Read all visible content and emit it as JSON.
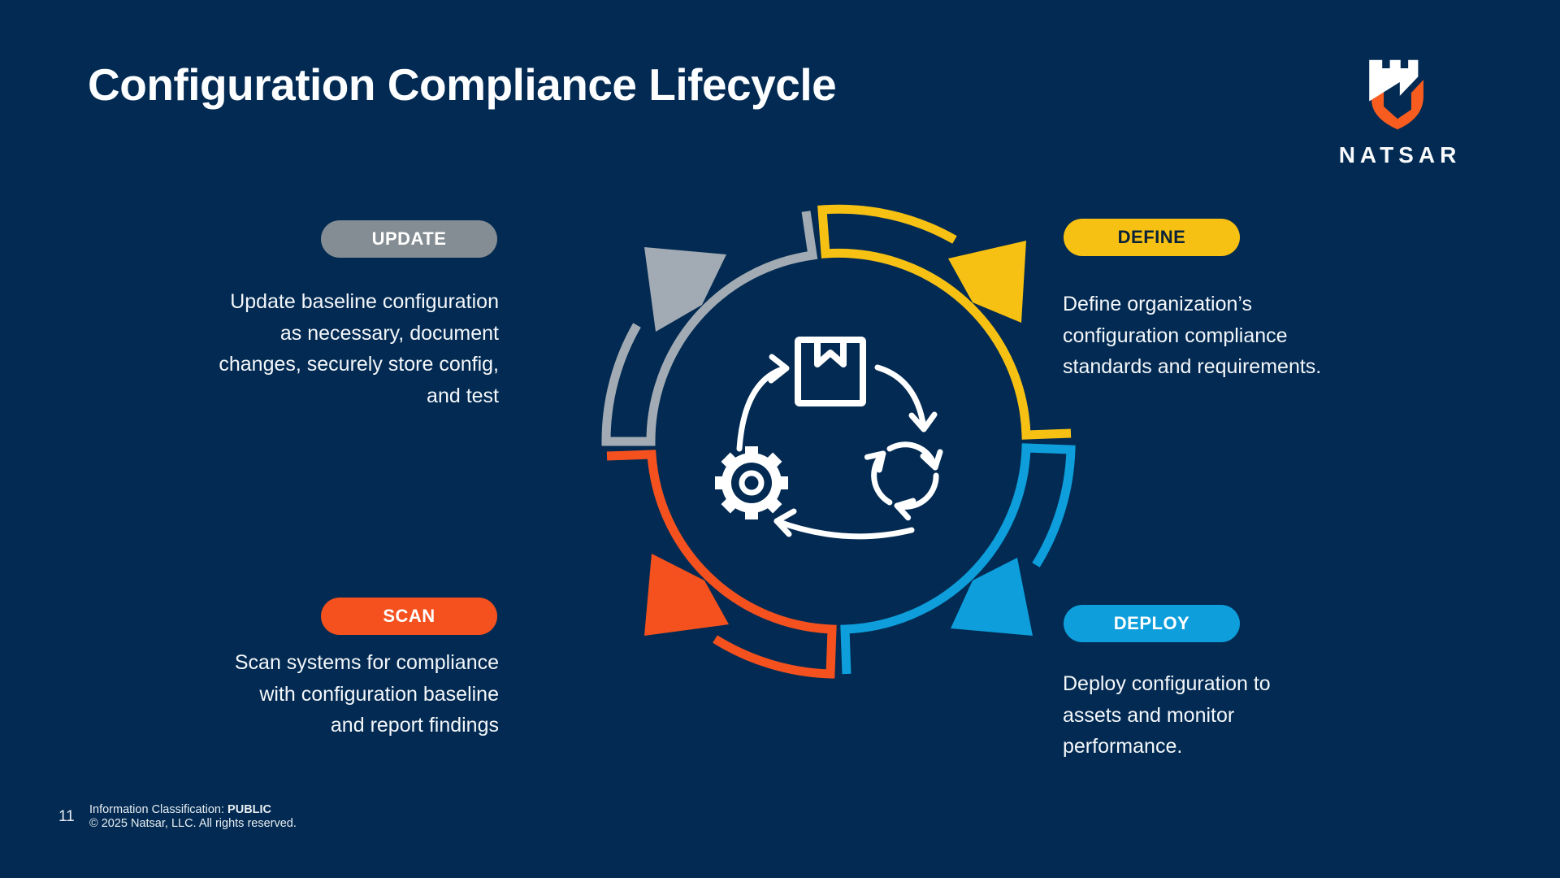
{
  "slide": {
    "title": "Configuration Compliance Lifecycle",
    "background_color": "#022A52",
    "page_number": "11",
    "footer": {
      "classification_label": "Information Classification: ",
      "classification_value": "PUBLIC",
      "copyright": "© 2025 Natsar, LLC. All rights reserved."
    }
  },
  "logo": {
    "wordmark": "NATSAR",
    "shield_white": "#FFFFFF",
    "shield_orange": "#F85C1F"
  },
  "steps": [
    {
      "id": "update",
      "label": "UPDATE",
      "pill_color": "#848D93",
      "label_color": "#FFFFFF",
      "arc_color": "#A2ABB3",
      "description_lines": [
        "Update baseline configuration",
        "as necessary, document",
        "changes, securely store config,",
        "and test"
      ]
    },
    {
      "id": "define",
      "label": "DEFINE",
      "pill_color": "#F7C113",
      "label_color": "#0A2239",
      "arc_color": "#F7C113",
      "description_lines": [
        "Define organization’s",
        "configuration compliance",
        "standards and requirements."
      ]
    },
    {
      "id": "scan",
      "label": "SCAN",
      "pill_color": "#F4511E",
      "label_color": "#FFFFFF",
      "arc_color": "#F4511E",
      "description_lines": [
        "Scan systems for compliance",
        "with configuration baseline",
        "and report findings"
      ]
    },
    {
      "id": "deploy",
      "label": "DEPLOY",
      "pill_color": "#0D9EDB",
      "label_color": "#FFFFFF",
      "arc_color": "#0D9EDB",
      "description_lines": [
        "Deploy configuration to",
        "assets and monitor",
        "performance."
      ]
    }
  ],
  "center_icons": {
    "icon_1": "package-box-icon",
    "icon_2": "gear-icon",
    "icon_3": "recycle-arrows-icon",
    "stroke_color": "#FFFFFF"
  }
}
